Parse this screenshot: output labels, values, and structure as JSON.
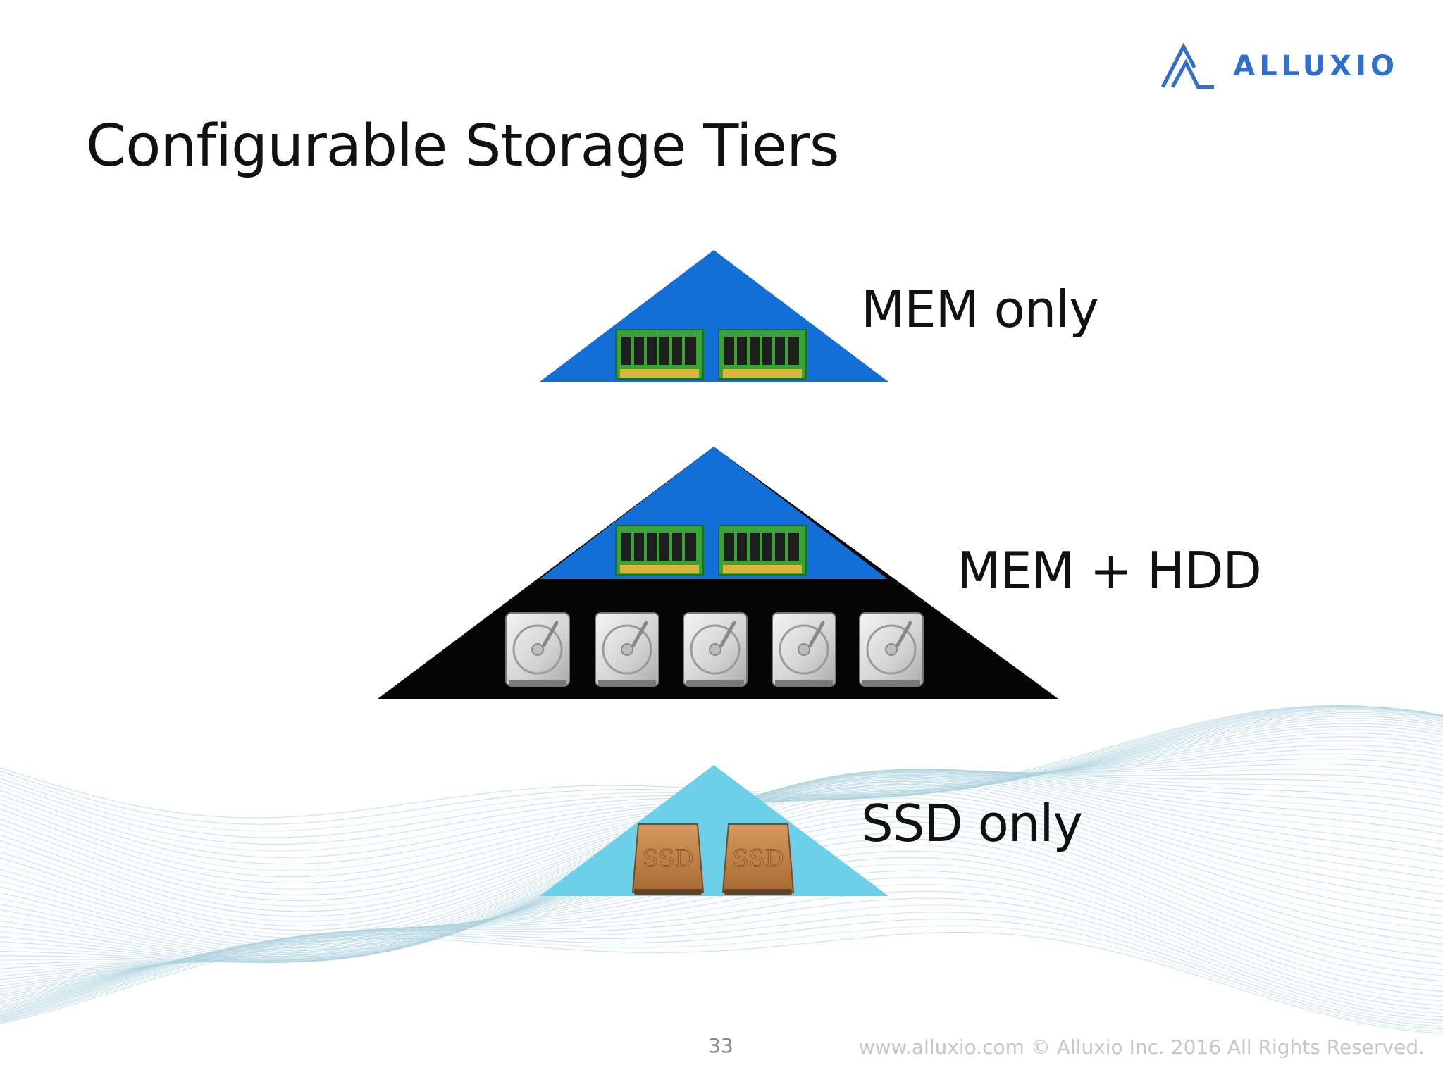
{
  "title": "Configurable Storage Tiers",
  "brand": {
    "name": "ALLUXIO",
    "color": "#2f6fd0"
  },
  "tiers": [
    {
      "label": "MEM only",
      "layers": [
        "MEM"
      ]
    },
    {
      "label": "MEM + HDD",
      "layers": [
        "MEM",
        "HDD"
      ]
    },
    {
      "label": "SSD only",
      "layers": [
        "SSD"
      ]
    }
  ],
  "icons": {
    "ram": "ram-module-icon",
    "hdd": "hard-drive-icon",
    "ssd": "ssd-icon"
  },
  "ssd_icon_text": "SSD",
  "colors": {
    "mem": "#136fd8",
    "hdd": "#050505",
    "ssd": "#6dd0ea",
    "ssd_card": "#b97a42"
  },
  "footer": {
    "page_number": "33",
    "copyright": "www.alluxio.com © Alluxio Inc. 2016 All Rights Reserved."
  }
}
